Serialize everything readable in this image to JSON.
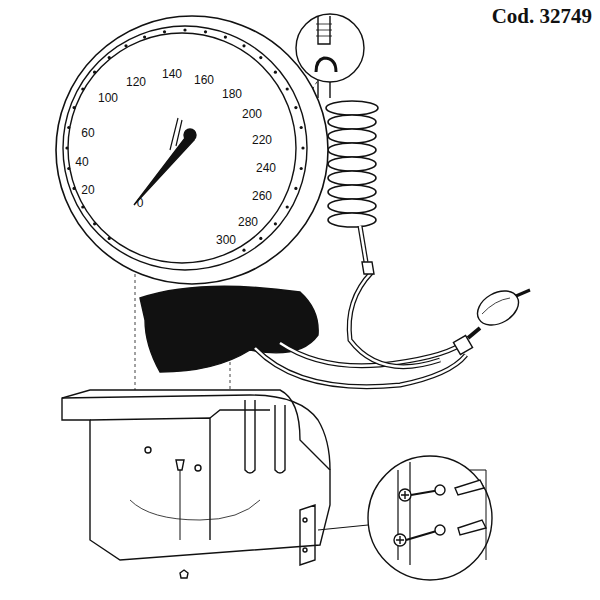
{
  "diagram": {
    "title": "Cod. 32749",
    "labels": [
      "0",
      "20",
      "40",
      "60",
      "100",
      "120",
      "140",
      "160",
      "180",
      "200",
      "220",
      "240",
      "260",
      "280",
      "300"
    ]
  }
}
